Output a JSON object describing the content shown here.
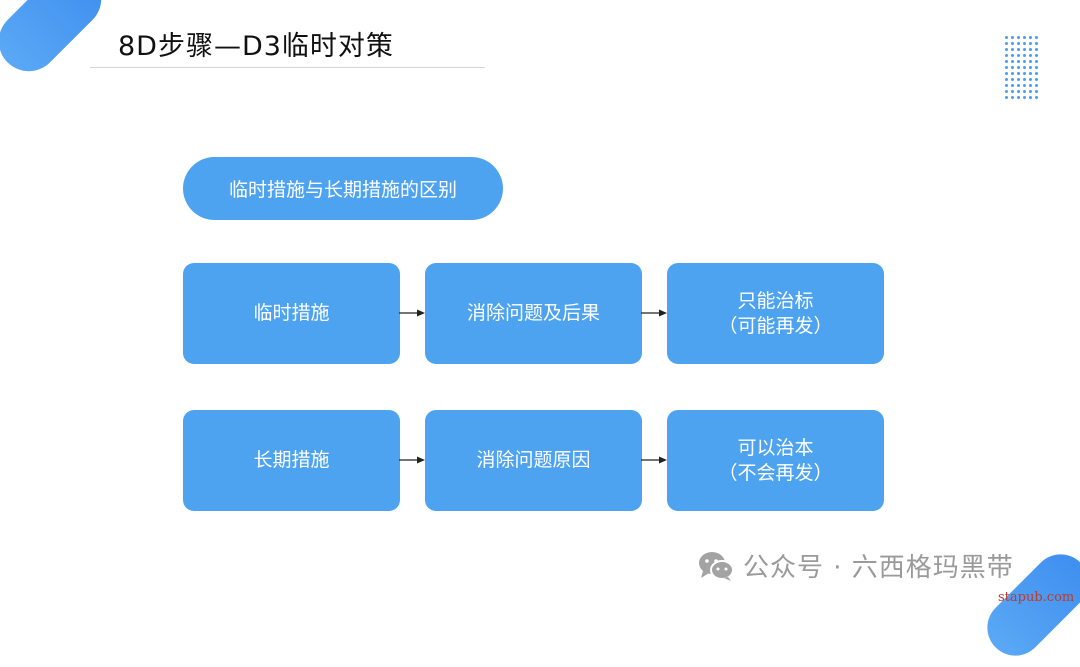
{
  "slide": {
    "title": "8D步骤—D3临时对策",
    "header_pill": "临时措施与长期措施的区别"
  },
  "flow_rows": [
    {
      "steps": [
        {
          "lines": [
            "临时措施"
          ]
        },
        {
          "lines": [
            "消除问题及后果"
          ]
        },
        {
          "lines": [
            "只能治标",
            "（可能再发）"
          ]
        }
      ]
    },
    {
      "steps": [
        {
          "lines": [
            "长期措施"
          ]
        },
        {
          "lines": [
            "消除问题原因"
          ]
        },
        {
          "lines": [
            "可以治本",
            "（不会再发）"
          ]
        }
      ]
    }
  ],
  "watermark": {
    "icon": "wechat-icon",
    "text": "公众号 · 六西格玛黑带"
  },
  "site_mark": "stapub.com",
  "colors": {
    "box_fill": "#4ea3f1",
    "accent": "#3f8ff0",
    "text_on_box": "#ffffff"
  }
}
